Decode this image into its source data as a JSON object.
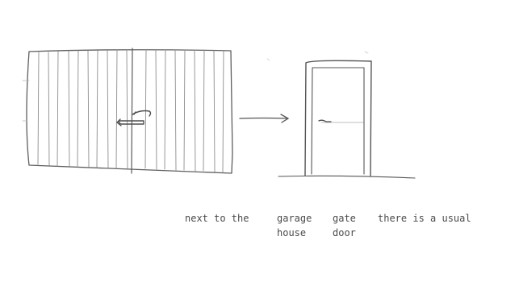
{
  "caption": {
    "phrase_1": "next to the",
    "phrase_2_line1": "garage",
    "phrase_2_line2": "house",
    "phrase_3_line1": "gate",
    "phrase_3_line2": "door",
    "phrase_4": "there is a usual"
  },
  "colors": {
    "background": "#ffffff",
    "pencil": "#5a5a5a",
    "pencil_light": "#9a9a9a",
    "text": "#4a4a4a"
  }
}
